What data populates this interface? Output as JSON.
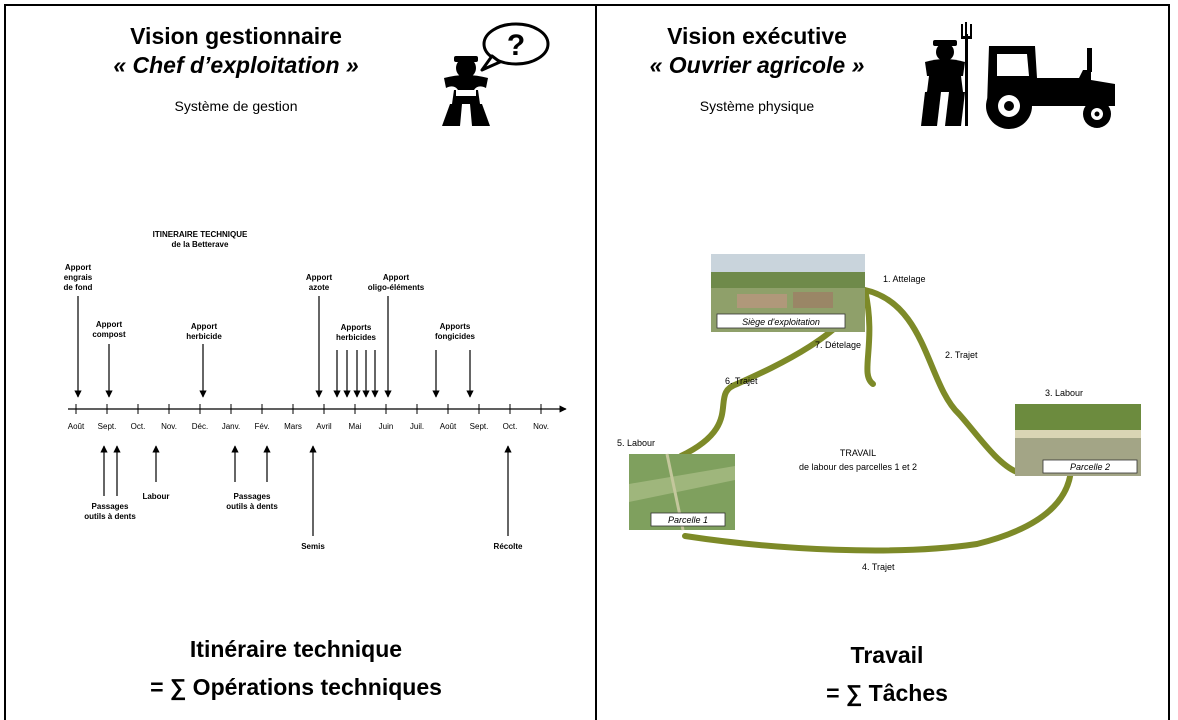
{
  "left": {
    "title": "Vision gestionnaire",
    "subtitle_quote": "« Chef d’exploitation »",
    "system": "Système de gestion",
    "icon": "farmer-thinking-icon",
    "speech": "?",
    "timeline": {
      "title_line1": "ITINERAIRE TECHNIQUE",
      "title_line2": "de la Betterave",
      "months": [
        "Août",
        "Sept.",
        "Oct.",
        "Nov.",
        "Déc.",
        "Janv.",
        "Fév.",
        "Mars",
        "Avril",
        "Mai",
        "Juin",
        "Juil.",
        "Août",
        "Sept.",
        "Oct.",
        "Nov."
      ],
      "above": {
        "engrais": [
          "Apport",
          "engrais",
          "de fond"
        ],
        "compost": [
          "Apport",
          "compost"
        ],
        "herbicide": [
          "Apport",
          "herbicide"
        ],
        "azote": [
          "Apport",
          "azote"
        ],
        "herbicides": [
          "Apports",
          "herbicides"
        ],
        "oligo": [
          "Apport",
          "oligo-éléments"
        ],
        "fongicides": [
          "Apports",
          "fongicides"
        ]
      },
      "below": {
        "passages1": [
          "Passages",
          "outils à dents"
        ],
        "labour": "Labour",
        "passages2": [
          "Passages",
          "outils à dents"
        ],
        "semis": "Semis",
        "recolte": "Récolte"
      }
    },
    "footer_line1": "Itinéraire technique",
    "footer_line2": "= ∑ Opérations techniques"
  },
  "right": {
    "title": "Vision exécutive",
    "subtitle_quote": "« Ouvrier agricole »",
    "system": "Système physique",
    "icons": [
      "farmer-pitchfork-icon",
      "tractor-icon"
    ],
    "work": {
      "step1": "1. Attelage",
      "step2": "2. Trajet",
      "step3": "3. Labour",
      "step4": "4. Trajet",
      "step5": "5. Labour",
      "step6": "6. Trajet",
      "step7": "7. Dételage",
      "center_line1": "TRAVAIL",
      "center_line2": "de labour des parcelles 1 et 2",
      "photo_siege": "Siège d'exploitation",
      "photo_parcelle1": "Parcelle 1",
      "photo_parcelle2": "Parcelle 2"
    },
    "footer_line1": "Travail",
    "footer_line2": "= ∑ Tâches"
  },
  "colors": {
    "loop": "#7d8a28",
    "loop_dark": "#5a6418"
  }
}
